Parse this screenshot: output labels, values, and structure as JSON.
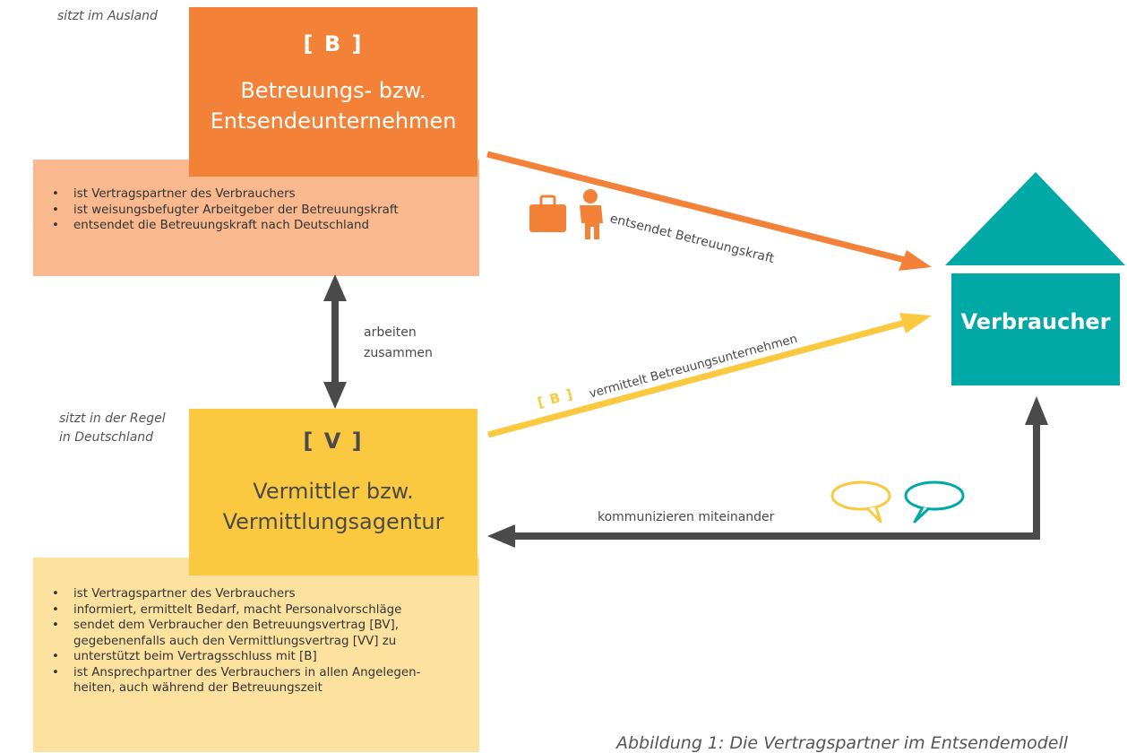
{
  "b_company": {
    "location_note": "sitzt im Ausland",
    "badge": "[ B ]",
    "title_line1": "Betreuungs- bzw.",
    "title_line2": "Entsendeunternehmen",
    "bullets": [
      "ist Vertragspartner des Verbrauchers",
      "ist weisungsbefugter Arbeitgeber der Betreuungskraft",
      "entsendet die Betreuungskraft nach Deutschland"
    ]
  },
  "v_agency": {
    "location_note_line1": "sitzt in der Regel",
    "location_note_line2": "in Deutschland",
    "badge": "[ V ]",
    "title_line1": "Vermittler bzw.",
    "title_line2": "Vermittlungsagentur",
    "bullets": [
      "ist Vertragspartner des Verbrauchers",
      "informiert, ermittelt Bedarf, macht Personalvorschläge",
      "sendet dem Verbraucher den Betreuungsvertrag [BV],",
      "gegebenenfalls auch den Vermittlungsvertrag [VV] zu",
      "unterstützt beim Vertragsschluss mit [B]",
      "ist Ansprechpartner des Verbrauchers in allen Angelegen-",
      "heiten, auch während der Betreuungszeit"
    ]
  },
  "consumer": {
    "label": "Verbraucher"
  },
  "arrows": {
    "cooperate_line1": "arbeiten",
    "cooperate_line2": "zusammen",
    "sends_caregiver": "entsendet Betreuungskraft",
    "mediates_badge": "[ B ]",
    "mediates_company": "vermittelt Betreuungsunternehmen",
    "communicate": "kommunizieren miteinander"
  },
  "caption": "Abbildung 1: Die Vertragspartner im Entsendemodell",
  "colors": {
    "orange": "#f38137",
    "orange_light": "#f9b88d",
    "yellow": "#fbc93f",
    "yellow_light": "#fde29f",
    "teal": "#00a9a6",
    "gray": "#4a4a4a"
  },
  "icons": [
    "suitcase-icon",
    "caregiver-icon",
    "speech-bubble-yellow-icon",
    "speech-bubble-teal-icon"
  ]
}
